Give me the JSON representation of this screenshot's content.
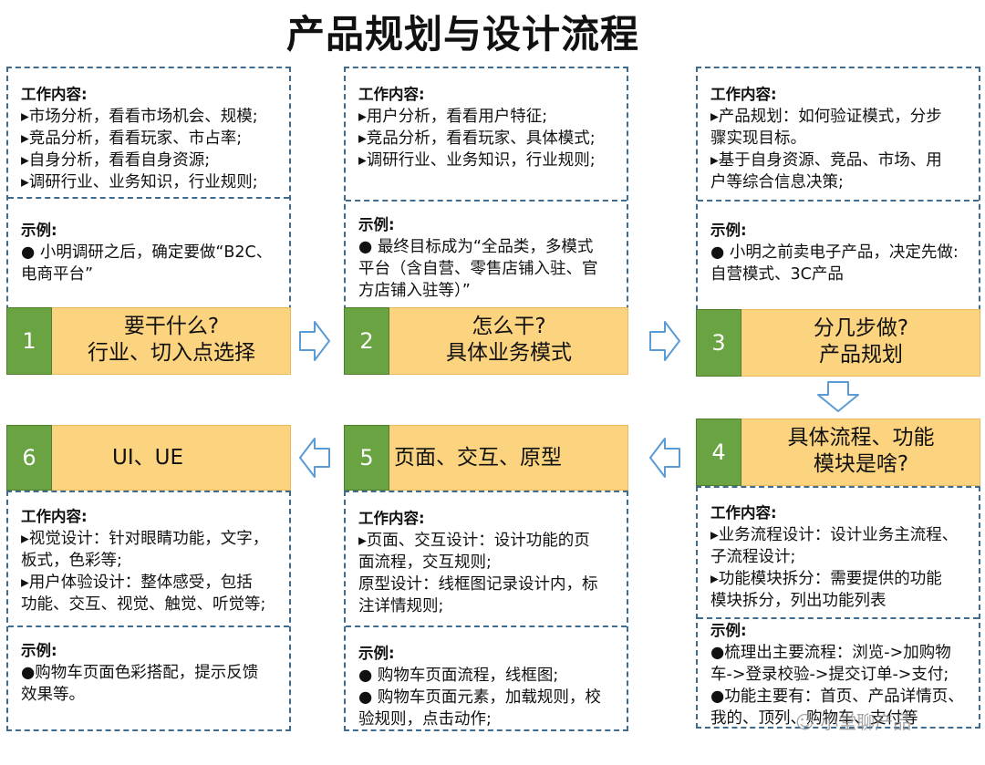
{
  "title": "产品规划与设计流程",
  "labels": {
    "work": "工作内容:",
    "example": "示例:"
  },
  "steps": [
    {
      "number": "1",
      "band_text": "要干什么?\n行业、切入点选择",
      "work_lines": [
        "▸市场分析，看看市场机会、规模;",
        "▸竞品分析，看看玩家、市占率;",
        "▸自身分析，看看自身资源;",
        "▸调研行业、业务知识，行业规则;"
      ],
      "example_lines": [
        "● 小明调研之后，确定要做“B2C、\n电商平台”"
      ]
    },
    {
      "number": "2",
      "band_text": "怎么干?\n具体业务模式",
      "work_lines": [
        "▸用户分析，看看用户特征;",
        "▸竞品分析，看看玩家、具体模式;",
        "▸调研行业、业务知识，行业规则;"
      ],
      "example_lines": [
        "● 最终目标成为“全品类，多模式\n平台（含自营、零售店铺入驻、官\n方店铺入驻等）”"
      ]
    },
    {
      "number": "3",
      "band_text": "分几步做?\n产品规划",
      "work_lines": [
        "▸产品规划：如何验证模式，分步\n骤实现目标。",
        "▸基于自身资源、竞品、市场、用\n户等综合信息决策;"
      ],
      "example_lines": [
        "● 小明之前卖电子产品，决定先做:\n自营模式、3C产品"
      ]
    },
    {
      "number": "4",
      "band_text": "具体流程、功能\n模块是啥?",
      "work_lines": [
        "▸业务流程设计：设计业务主流程、\n子流程设计;",
        "▸功能模块拆分：需要提供的功能\n模块拆分，列出功能列表"
      ],
      "example_lines": [
        "●梳理出主要流程：浏览->加购物\n车->登录校验->提交订单->支付;",
        "●功能主要有：首页、产品详情页、\n我的、顶列、购物车、支付等"
      ]
    },
    {
      "number": "5",
      "band_text": "页面、交互、原型",
      "work_lines": [
        "▸页面、交互设计：设计功能的页\n面流程，交互规则;",
        "原型设计：线框图记录设计内，标\n注详情规则;"
      ],
      "example_lines": [
        "● 购物车页面流程，线框图;",
        "● 购物车页面元素，加载规则，校\n验规则，点击动作;"
      ]
    },
    {
      "number": "6",
      "band_text": "UI、UE",
      "work_lines": [
        "▸视觉设计：针对眼睛功能，文字，\n板式，色彩等;",
        "▸用户体验设计：整体感受，包括\n功能、交互、视觉、触觉、听觉等;"
      ],
      "example_lines": [
        "●购物车页面色彩搭配，提示反馈\n效果等。"
      ]
    }
  ],
  "watermark": "小堂聊产品",
  "colors": {
    "band": "#fcd37e",
    "number": "#6aa341",
    "border": "#3f6b8f"
  }
}
